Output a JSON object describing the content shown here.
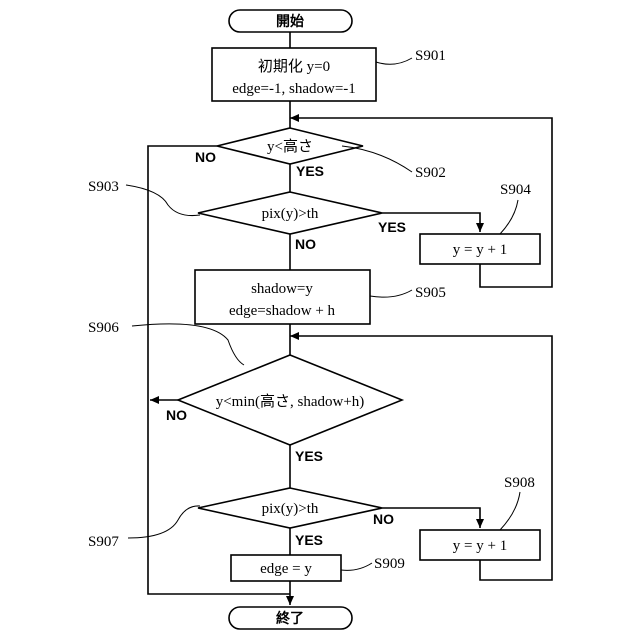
{
  "terminals": {
    "start": "開始",
    "end": "終了"
  },
  "s901": {
    "id": "S901",
    "line1": "初期化 y=0",
    "line2": "edge=-1, shadow=-1"
  },
  "s902": {
    "id": "S902",
    "text": "y<高さ",
    "yes": "YES",
    "no": "NO"
  },
  "s903": {
    "id": "S903",
    "text": "pix(y)>th",
    "yes": "YES",
    "no": "NO"
  },
  "s904": {
    "id": "S904",
    "text": "y = y + 1"
  },
  "s905": {
    "id": "S905",
    "line1": "shadow=y",
    "line2": "edge=shadow + h"
  },
  "s906": {
    "id": "S906",
    "text": "y<min(高さ, shadow+h)",
    "yes": "YES",
    "no": "NO"
  },
  "s907": {
    "id": "S907",
    "text": "pix(y)>th",
    "yes": "YES",
    "no": "NO"
  },
  "s908": {
    "id": "S908",
    "text": "y = y + 1"
  },
  "s909": {
    "id": "S909",
    "text": "edge = y"
  }
}
